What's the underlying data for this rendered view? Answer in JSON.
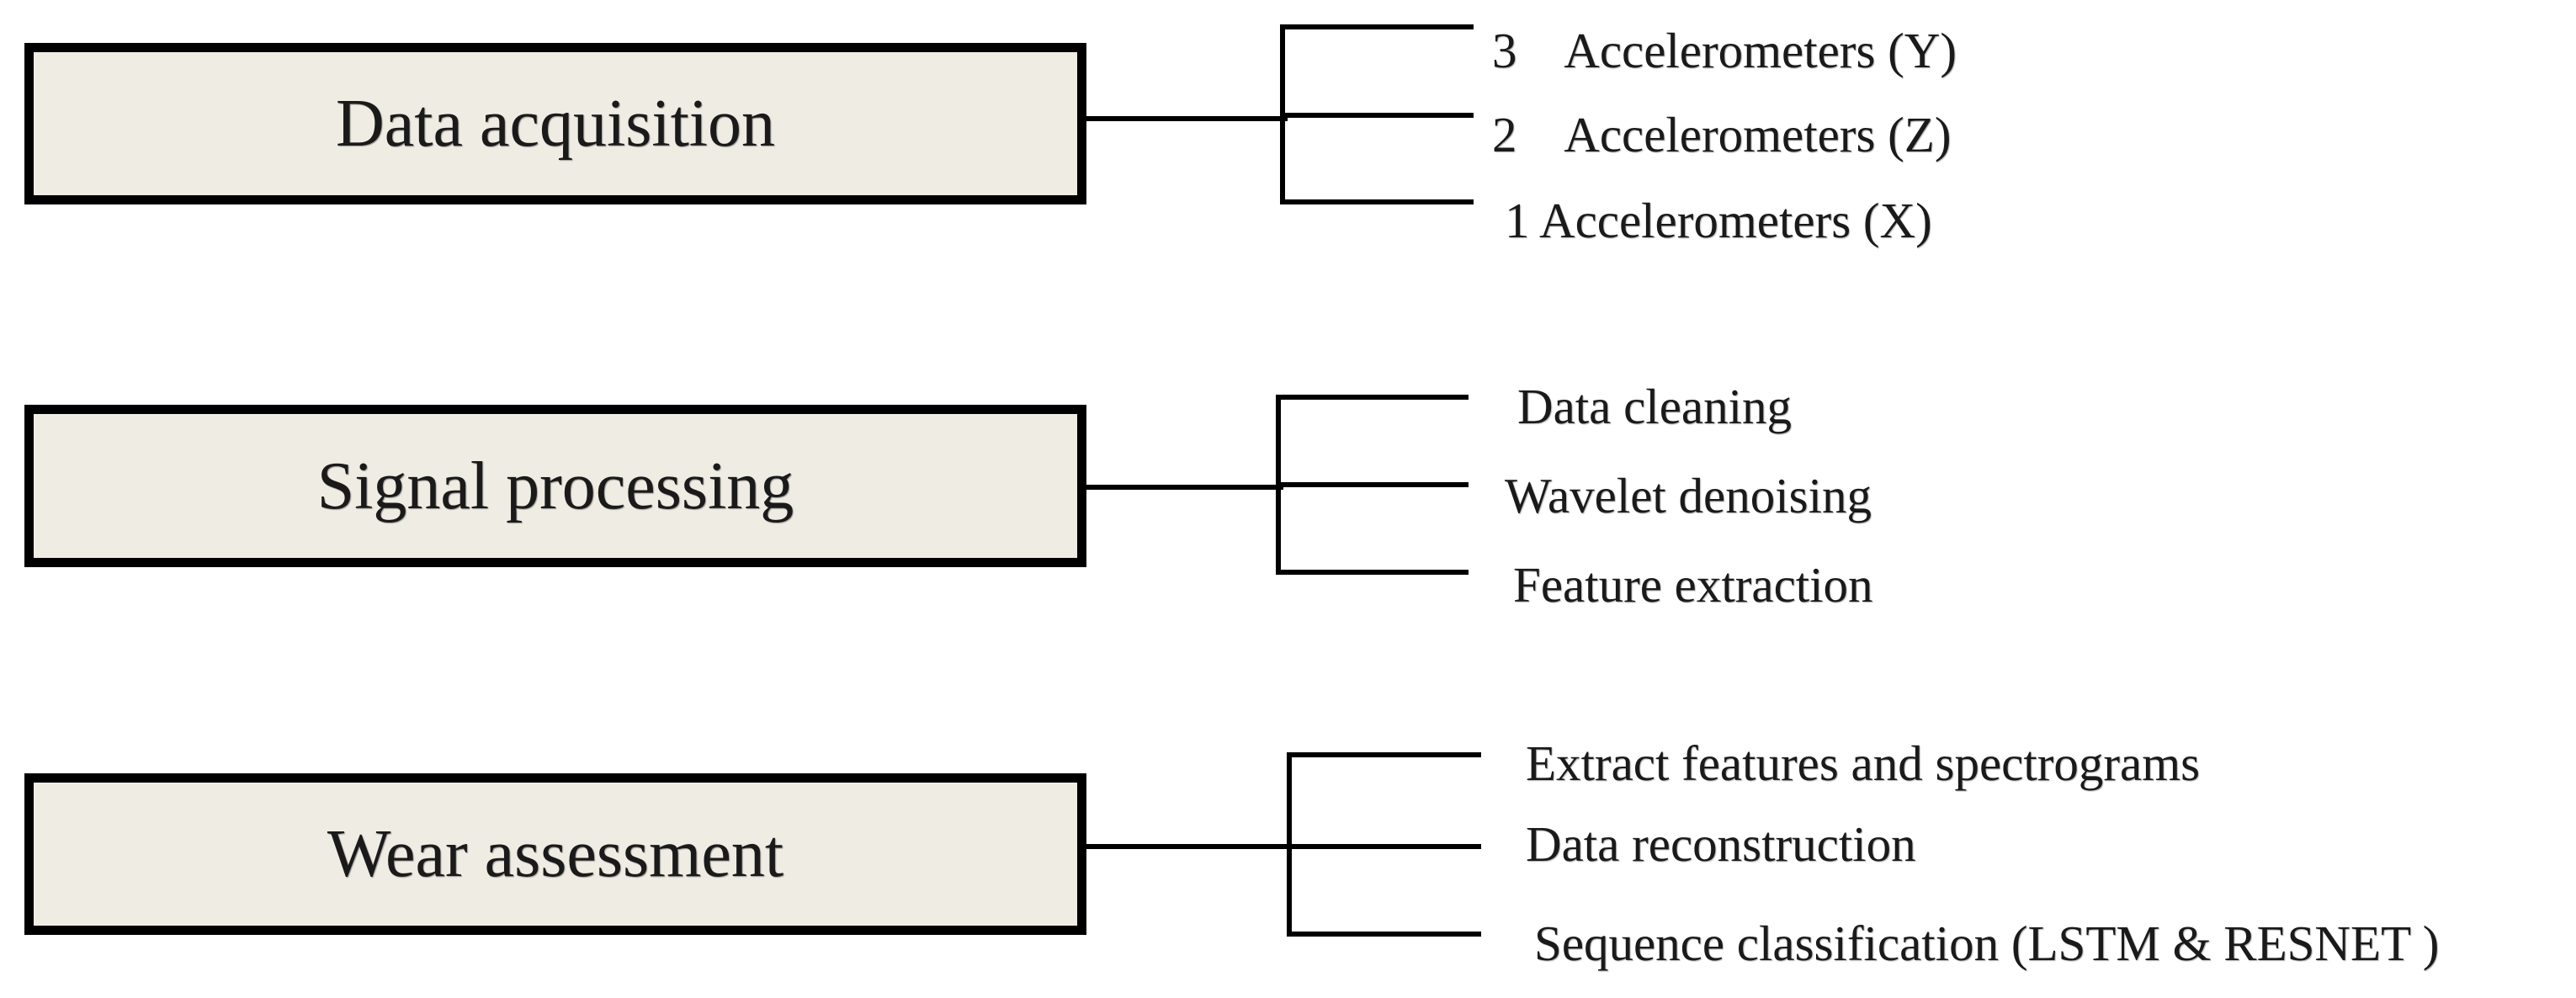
{
  "stages": [
    {
      "label": "Data acquisition",
      "substeps": [
        "3    Accelerometers (Y)",
        "2    Accelerometers (Z)",
        "1 Accelerometers (X)"
      ]
    },
    {
      "label": "Signal processing",
      "substeps": [
        "Data cleaning",
        "Wavelet denoising",
        "Feature extraction"
      ]
    },
    {
      "label": "Wear assessment",
      "substeps": [
        "Extract features and spectrograms",
        "Data reconstruction",
        "Sequence classification (LSTM & RESNET )"
      ]
    }
  ],
  "colors": {
    "box_fill": "#efece4",
    "box_border": "#000000",
    "connector": "#000000",
    "text": "#1a1a1a"
  }
}
